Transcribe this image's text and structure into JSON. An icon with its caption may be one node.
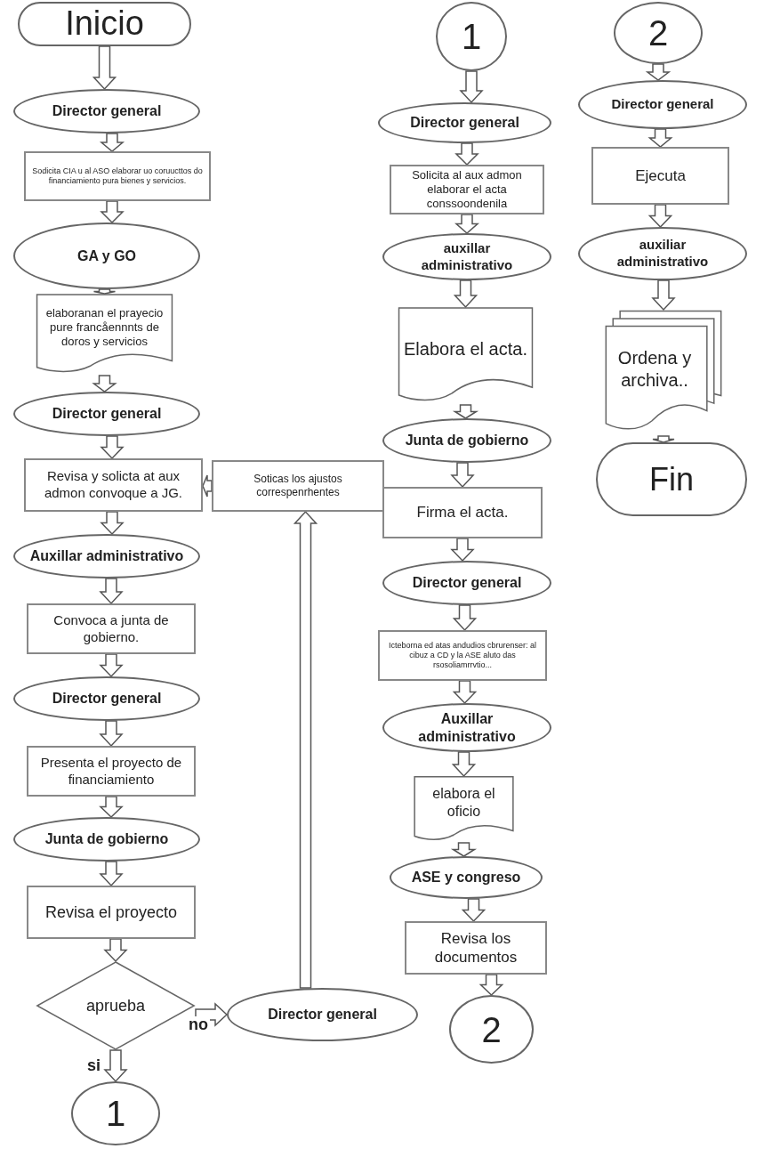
{
  "diagram": {
    "nodes": [
      {
        "text": [
          "Inicio"
        ]
      },
      {
        "text": [
          "Director general"
        ]
      },
      {
        "text": [
          "Sodicita CIA u al ASO elaborar uo coruucttos do financiamiento pura bienes y servicios."
        ]
      },
      {
        "text": [
          "GA y GO"
        ]
      },
      {
        "text": [
          "elaboranan el prayecio pure francåennnts de doros y servicios"
        ]
      },
      {
        "text": [
          "Director general"
        ]
      },
      {
        "text": [
          "Revisa y solicta at aux admon convoque a JG."
        ]
      },
      {
        "text": [
          "Auxillar administrativo"
        ]
      },
      {
        "text": [
          "Convoca a junta de gobierno."
        ]
      },
      {
        "text": [
          "Director general"
        ]
      },
      {
        "text": [
          "Presenta el proyecto de financiamiento"
        ]
      },
      {
        "text": [
          "Junta de gobierno"
        ]
      },
      {
        "text": [
          "Revisa el proyecto"
        ]
      },
      {
        "text": [
          "aprueba"
        ]
      },
      {
        "text": [
          "1"
        ]
      },
      {
        "text": [
          "Director general"
        ]
      },
      {
        "text": [
          "Soticas los ajustos correspenrhentes"
        ]
      },
      {
        "text": [
          "1"
        ]
      },
      {
        "text": [
          "Director general"
        ]
      },
      {
        "text": [
          "Solicita al aux admon elaborar el acta conssoondenila"
        ]
      },
      {
        "text": [
          "auxillar administrativo"
        ]
      },
      {
        "text": [
          "Elabora el acta."
        ]
      },
      {
        "text": [
          "Junta de gobierno"
        ]
      },
      {
        "text": [
          "Firma el acta."
        ]
      },
      {
        "text": [
          "Director general"
        ]
      },
      {
        "text": [
          "Icteborna ed atas andudios cbrurenser: al cibuz a CD y la ASE aluto das rsosoliamrrvtio..."
        ]
      },
      {
        "text": [
          "Auxillar administrativo"
        ]
      },
      {
        "text": [
          "elabora el oficio"
        ]
      },
      {
        "text": [
          "ASE y congreso"
        ]
      },
      {
        "text": [
          "Revisa los documentos"
        ]
      },
      {
        "text": [
          "2"
        ]
      },
      {
        "text": [
          "2"
        ]
      },
      {
        "text": [
          "Director general"
        ]
      },
      {
        "text": [
          "Ejecuta"
        ]
      },
      {
        "text": [
          "auxiliar administrativo"
        ]
      },
      {
        "text": [
          "Ordena y archiva.."
        ]
      },
      {
        "text": [
          "Fin"
        ]
      }
    ],
    "edges": [
      {
        "from": 0,
        "to": 1,
        "arrow": "to"
      },
      {
        "from": 1,
        "to": 2,
        "arrow": "to"
      },
      {
        "from": 2,
        "to": 3,
        "arrow": "to"
      },
      {
        "from": 3,
        "to": 4,
        "arrow": "to"
      },
      {
        "from": 4,
        "to": 5,
        "arrow": "to"
      },
      {
        "from": 5,
        "to": 6,
        "arrow": "to"
      },
      {
        "from": 6,
        "to": 7,
        "arrow": "to"
      },
      {
        "from": 7,
        "to": 8,
        "arrow": "to"
      },
      {
        "from": 8,
        "to": 9,
        "arrow": "to"
      },
      {
        "from": 9,
        "to": 10,
        "arrow": "to"
      },
      {
        "from": 10,
        "to": 11,
        "arrow": "to"
      },
      {
        "from": 11,
        "to": 12,
        "arrow": "to"
      },
      {
        "from": 12,
        "to": 13,
        "arrow": "to"
      },
      {
        "from": 13,
        "to": 14,
        "arrow": "to",
        "label": "si"
      },
      {
        "from": 13,
        "to": 15,
        "arrow": "to",
        "label": "no"
      },
      {
        "from": 15,
        "to": 16,
        "arrow": "to"
      },
      {
        "from": 16,
        "to": 6,
        "arrow": "to"
      },
      {
        "from": 17,
        "to": 18,
        "arrow": "to"
      },
      {
        "from": 18,
        "to": 19,
        "arrow": "to"
      },
      {
        "from": 19,
        "to": 20,
        "arrow": "to"
      },
      {
        "from": 20,
        "to": 21,
        "arrow": "to"
      },
      {
        "from": 21,
        "to": 22,
        "arrow": "to"
      },
      {
        "from": 22,
        "to": 23,
        "arrow": "to"
      },
      {
        "from": 23,
        "to": 24,
        "arrow": "to"
      },
      {
        "from": 24,
        "to": 25,
        "arrow": "to"
      },
      {
        "from": 25,
        "to": 26,
        "arrow": "to"
      },
      {
        "from": 26,
        "to": 27,
        "arrow": "to"
      },
      {
        "from": 27,
        "to": 28,
        "arrow": "to"
      },
      {
        "from": 28,
        "to": 29,
        "arrow": "to"
      },
      {
        "from": 29,
        "to": 30,
        "arrow": "to"
      },
      {
        "from": 31,
        "to": 32,
        "arrow": "to"
      },
      {
        "from": 32,
        "to": 33,
        "arrow": "to"
      },
      {
        "from": 33,
        "to": 34,
        "arrow": "to"
      },
      {
        "from": 34,
        "to": 35,
        "arrow": "to"
      },
      {
        "from": 35,
        "to": 36,
        "arrow": "to"
      }
    ]
  }
}
